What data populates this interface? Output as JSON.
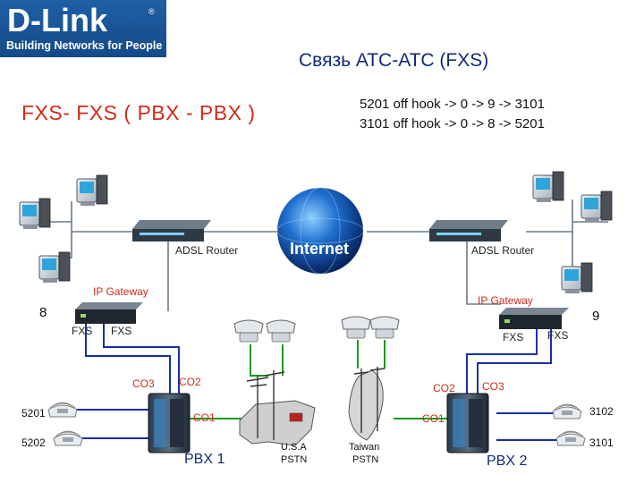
{
  "brand": {
    "name": "D-Link",
    "reg": "®",
    "tagline": "Building Networks for People"
  },
  "slide_title": "Связь АТС-АТС (FXS)",
  "diagram_title": "FXS- FXS ( PBX - PBX )",
  "sequence": [
    "5201 off hook -> 0 -> 9 -> 3101",
    "3101 off hook -> 0 -> 8 -> 5201"
  ],
  "internet": "Internet",
  "left": {
    "router": "ADSL Router",
    "gateway": "IP Gateway",
    "gateway_number": "8",
    "fxs_a": "FXS",
    "fxs_b": "FXS",
    "co3": "CO3",
    "co2": "CO2",
    "co1": "CO1",
    "pbx": "PBX 1",
    "ext_a": "5201",
    "ext_b": "5202",
    "pstn_line1": "U.S.A",
    "pstn_line2": "PSTN"
  },
  "right": {
    "router": "ADSL Router",
    "gateway": "IP Gateway",
    "gateway_number": "9",
    "fxs_a": "FXS",
    "fxs_b": "FXS",
    "co2": "CO2",
    "co3": "CO3",
    "co1": "CO1",
    "pbx": "PBX 2",
    "ext_a": "3102",
    "ext_b": "3101",
    "pstn_line1": "Taiwan",
    "pstn_line2": "PSTN"
  },
  "colors": {
    "title": "#102a7a",
    "accent_red": "#d22a1a",
    "fxs_line": "#1530a8",
    "pstn_line": "#1a9a1a",
    "net_line": "#6a7a8a"
  }
}
